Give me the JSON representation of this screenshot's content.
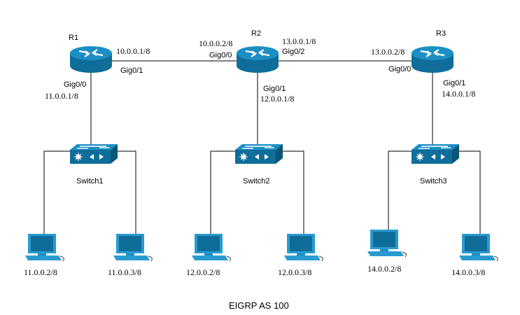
{
  "caption": "EIGRP AS 100",
  "colors": {
    "router_top": "#1b8fc4",
    "router_side": "#0f6d99",
    "switch_top": "#1b8fc4",
    "switch_front": "#0f6d99",
    "pc_body": "#2a9bd0",
    "pc_screen": "#0f6d99",
    "icon_white": "#ffffff"
  },
  "devices": [
    {
      "id": "r1",
      "type": "router",
      "label": "R1",
      "icon": "router-icon"
    },
    {
      "id": "r2",
      "type": "router",
      "label": "R2",
      "icon": "router-icon"
    },
    {
      "id": "r3",
      "type": "router",
      "label": "R3",
      "icon": "router-icon"
    },
    {
      "id": "sw1",
      "type": "switch",
      "label": "Switch1",
      "icon": "switch-icon"
    },
    {
      "id": "sw2",
      "type": "switch",
      "label": "Switch2",
      "icon": "switch-icon"
    },
    {
      "id": "sw3",
      "type": "switch",
      "label": "Switch3",
      "icon": "switch-icon"
    },
    {
      "id": "pc1",
      "type": "pc",
      "label": "11.0.0.2/8",
      "icon": "pc-icon"
    },
    {
      "id": "pc2",
      "type": "pc",
      "label": "11.0.0.3/8",
      "icon": "pc-icon"
    },
    {
      "id": "pc3",
      "type": "pc",
      "label": "12.0.0.2/8",
      "icon": "pc-icon"
    },
    {
      "id": "pc4",
      "type": "pc",
      "label": "12.0.0.3/8",
      "icon": "pc-icon"
    },
    {
      "id": "pc5",
      "type": "pc",
      "label": "14.0.0.2/8",
      "icon": "pc-icon"
    },
    {
      "id": "pc6",
      "type": "pc",
      "label": "14.0.0.3/8",
      "icon": "pc-icon"
    }
  ],
  "interfaces": {
    "r1_gig01": {
      "name": "Gig0/1",
      "ip": "10.0.0.1/8"
    },
    "r1_gig00": {
      "name": "Gig0/0",
      "ip": "11.0.0.1/8"
    },
    "r2_gig00": {
      "name": "Gig0/0",
      "ip": "10.0.0.2/8"
    },
    "r2_gig02": {
      "name": "Gig0/2",
      "ip": "13.0.0.1/8"
    },
    "r2_gig01": {
      "name": "Gig0/1",
      "ip": "12.0.0.1/8"
    },
    "r3_gig00": {
      "name": "Gig0/0",
      "ip": "13.0.0.2/8"
    },
    "r3_gig01": {
      "name": "Gig0/1",
      "ip": "14.0.0.1/8"
    }
  }
}
